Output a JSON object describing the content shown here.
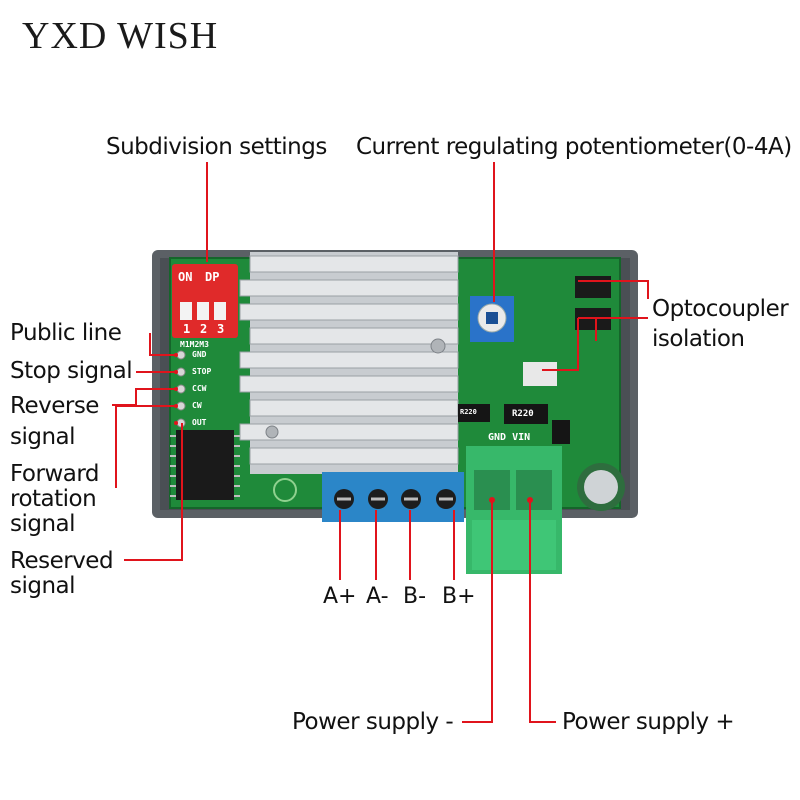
{
  "brand": "YXD WISH",
  "callouts": {
    "subdivision": "Subdivision settings",
    "potentiometer": "Current regulating potentiometer(0-4A)",
    "optocoupler_line1": "Optocoupler",
    "optocoupler_line2": "isolation",
    "public_line": "Public line",
    "stop_signal": "Stop signal",
    "reverse_line1": "Reverse",
    "reverse_line2": "signal",
    "forward_line1": "Forward",
    "forward_line2": "rotation",
    "forward_line3": "signal",
    "reserved_line1": "Reserved",
    "reserved_line2": "signal",
    "power_minus": "Power supply -",
    "power_plus": "Power supply +"
  },
  "terminals": [
    "A+",
    "A-",
    "B-",
    "B+"
  ],
  "dip": {
    "on_label": "ON",
    "dp_label": "DP",
    "switch_numbers": [
      "1",
      "2",
      "3"
    ],
    "mode_label": "M1M2M3"
  },
  "pins": [
    "GND",
    "STOP",
    "CCW",
    "CW",
    "OUT"
  ],
  "power_header": "GND VIN",
  "resistor_labels": [
    "R220",
    "R220"
  ],
  "colors": {
    "pcb": "#1f8a3a",
    "enclosure": "#5b6065",
    "heatsink": "#d4d7da",
    "dip_switch": "#e02a2a",
    "terminal_blue": "#2b86c8",
    "terminal_green": "#37b86a",
    "callout_line": "#e0141c"
  }
}
